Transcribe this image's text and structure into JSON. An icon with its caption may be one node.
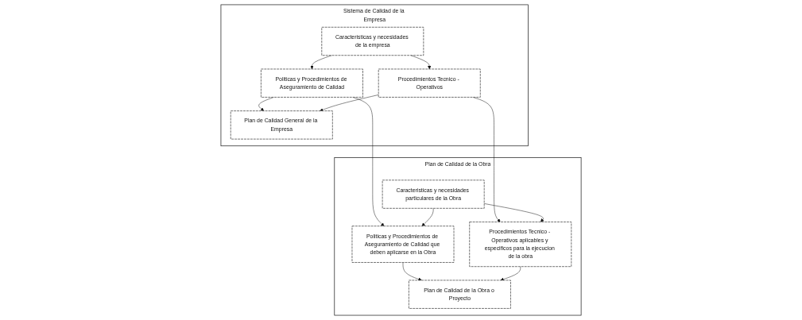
{
  "diagram": {
    "nodes": [
      {
        "text": [
          "Sistema de Calidad de la Empresa"
        ]
      },
      {
        "text": [
          "Politicas y Procedimientos de Aseguramiento de Calidad"
        ],
        "in": 0
      },
      {
        "text": [
          "Caracteristicas y necesidades de la empresa"
        ],
        "in": 0
      },
      {
        "text": [
          "Procedimientos Tecnico - Operativos"
        ],
        "in": 0
      },
      {
        "text": [
          "Plan de Calidad General de la Empresa"
        ],
        "in": 0
      },
      {
        "text": [
          "Plan de Calidad de la Obra"
        ]
      },
      {
        "text": [
          "Politicas y Procedimientos de Aseguramiento de Calidad que deben aplicarse en la Obra"
        ],
        "in": 5
      },
      {
        "text": [
          "Caracteristicas y necesidades particulares de la Obra"
        ],
        "in": 5
      },
      {
        "text": [
          "Procedimientos Tecnico - Operativos aplicables y especificos para la ejecucion de la obra"
        ],
        "in": 5
      },
      {
        "text": [
          "Plan de Calidad de la Obra o Proyecto"
        ],
        "in": 5
      }
    ],
    "edges": [
      {
        "from": 2,
        "to": 1,
        "arrow": "to"
      },
      {
        "from": 2,
        "to": 3,
        "arrow": "to"
      },
      {
        "from": 1,
        "to": 4,
        "arrow": "to"
      },
      {
        "from": 3,
        "to": 4,
        "arrow": "to"
      },
      {
        "from": 1,
        "to": 6,
        "arrow": "to"
      },
      {
        "from": 3,
        "to": 8,
        "arrow": "to"
      },
      {
        "from": 7,
        "to": 6,
        "arrow": "to"
      },
      {
        "from": 7,
        "to": 8,
        "arrow": "to"
      },
      {
        "from": 6,
        "to": 9,
        "arrow": "to"
      },
      {
        "from": 8,
        "to": 9,
        "arrow": "to"
      }
    ]
  }
}
